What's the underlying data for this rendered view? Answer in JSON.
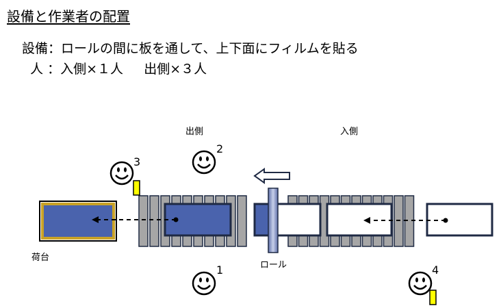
{
  "title": "設備と作業者の配置",
  "description": {
    "line1": "設備：ロールの間に板を通して、上下面にフィルムを貼る",
    "line2": "  人 ：入側×１人     出側×３人"
  },
  "labels": {
    "outlet": "出側",
    "inlet": "入側",
    "roll": "ロール",
    "cart": "荷台"
  },
  "workers": [
    {
      "number": "1"
    },
    {
      "number": "2"
    },
    {
      "number": "3"
    },
    {
      "number": "4"
    }
  ],
  "colors": {
    "board_fill": "#4a63ad",
    "board_border": "#1f2a44",
    "cart_border": "#c9a227",
    "roller_fill": "#a6a6a6",
    "roll_fill": "#8f9fce",
    "marker_fill": "#ffff00"
  }
}
